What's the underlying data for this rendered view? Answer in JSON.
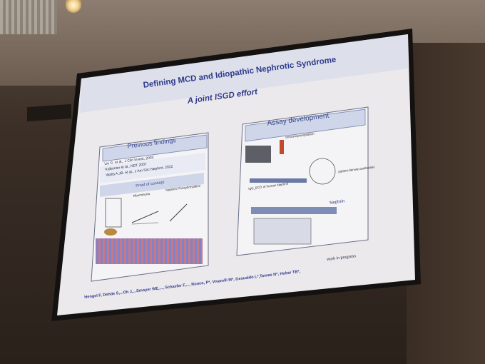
{
  "slide": {
    "title_line1": "Defining MCD and Idiopathic Nephrotic Syndrome",
    "title_line2": "A joint ISGD effort",
    "left_panel": {
      "header": "Previous findings",
      "refs": [
        "Liu G. et al., J Clin Invest, 2003",
        "Kalkonen et al., NDT 2007",
        "Watts A.JB. et al., J Am Soc Nephrol, 2022"
      ],
      "subheader": "Proof of concept",
      "chart_label_left": "Albuminuria",
      "chart_label_right": "Nephrin Phosphorylation"
    },
    "right_panel": {
      "header": "Assay development",
      "label_ip": "Immunoprecipitation",
      "label_antibodies": "patient-derived antibodies",
      "label_nephrin_ecd": "IgG_ECD of human Nephrin",
      "label_nephrin": "Nephrin"
    },
    "footer": {
      "authors": "Hengel F, Dehde S,...Oh J,...Smoyer WE,..., Schaefer F,..., Ronco, P*, Vivarelli M*, Gesualdo L*,Tomas N*, Huber TB*,",
      "status": "work in progress"
    }
  }
}
